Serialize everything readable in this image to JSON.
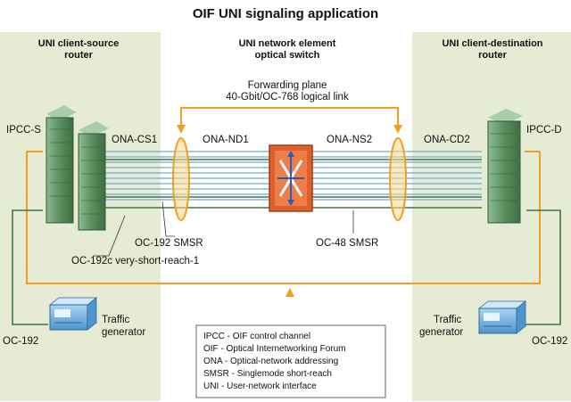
{
  "title": "OIF UNI signaling application",
  "panels": {
    "left": {
      "line1": "UNI client-source",
      "line2": "router"
    },
    "center": {
      "line1": "UNI network element",
      "line2": "optical switch"
    },
    "right": {
      "line1": "UNI client-destination",
      "line2": "router"
    }
  },
  "forwarding_plane": {
    "line1": "Forwarding plane",
    "line2": "40-Gbit/OC-768 logical link"
  },
  "labels": {
    "ipcc_s": "IPCC-S",
    "ipcc_d": "IPCC-D",
    "ona_cs1": "ONA-CS1",
    "ona_nd1": "ONA-ND1",
    "ona_ns2": "ONA-NS2",
    "ona_cd2": "ONA-CD2",
    "oc192_smsr": "OC-192 SMSR",
    "oc48_smsr": "OC-48 SMSR",
    "oc192c_vsr": "OC-192c very-short-reach-1",
    "oc192_left": "OC-192",
    "oc192_right": "OC-192",
    "traffic_gen_left": {
      "line1": "Traffic",
      "line2": "generator"
    },
    "traffic_gen_right": {
      "line1": "Traffic",
      "line2": "generator"
    }
  },
  "legend": [
    "IPCC - OIF control channel",
    "OIF - Optical Internetworking Forum",
    "ONA - Optical-network addressing",
    "SMSR - Singlemode short-reach",
    "UNI - User-network interface"
  ],
  "colors": {
    "panel_bg": "#e6ecd4",
    "router": "#5a8f5e",
    "control_line": "#f0a020",
    "fiber_blue": "#6fa8d6",
    "fiber_green": "#3e7a3e",
    "switch": "#e0602a",
    "traffic_gen": "#6fb0e0"
  }
}
